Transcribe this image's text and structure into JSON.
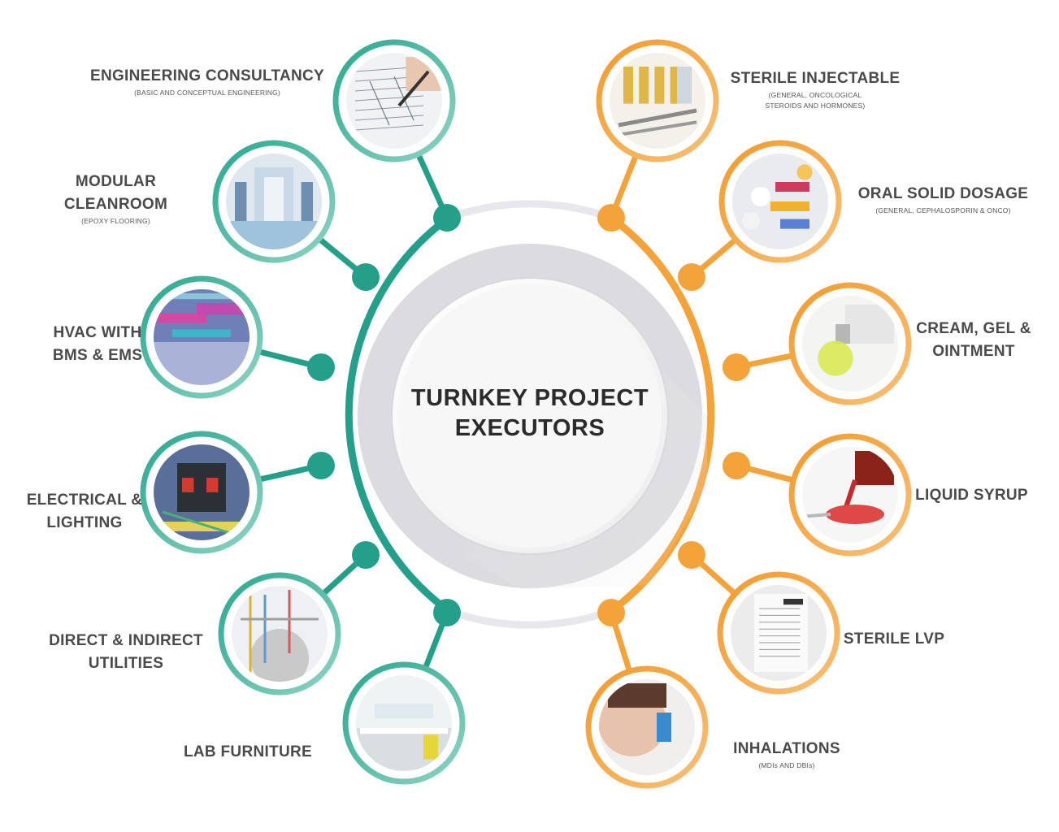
{
  "center": {
    "title": "TURNKEY PROJECT\nEXECUTORS"
  },
  "colors": {
    "teal": "#24a08a",
    "orange": "#f4a23a",
    "hub_ring": "#e6e6ea",
    "text": "#4a4a4a"
  },
  "left_services": [
    {
      "title": "ENGINEERING CONSULTANCY",
      "subtitle": "(BASIC AND CONCEPTUAL ENGINEERING)",
      "icon": "engineering-drawing-photo"
    },
    {
      "title": "MODULAR\nCLEANROOM",
      "subtitle": "(EPOXY FLOORING)",
      "icon": "cleanroom-corridor-photo"
    },
    {
      "title": "HVAC WITH\nBMS & EMS",
      "subtitle": "",
      "icon": "hvac-ducting-photo"
    },
    {
      "title": "ELECTRICAL &\nLIGHTING",
      "subtitle": "",
      "icon": "electrical-panel-photo"
    },
    {
      "title": "DIRECT & INDIRECT\nUTILITIES",
      "subtitle": "",
      "icon": "utilities-piping-photo"
    },
    {
      "title": "LAB FURNITURE",
      "subtitle": "",
      "icon": "lab-furniture-photo"
    }
  ],
  "right_products": [
    {
      "title": "STERILE INJECTABLE",
      "subtitle": "(GENERAL, ONCOLOGICAL\nSTEROIDS AND HORMONES)",
      "icon": "vials-syringes-photo"
    },
    {
      "title": "ORAL SOLID DOSAGE",
      "subtitle": "(GENERAL, CEPHALOSPORIN & ONCO)",
      "icon": "pills-capsules-photo"
    },
    {
      "title": "CREAM, GEL &\nOINTMENT",
      "subtitle": "",
      "icon": "ointment-tube-photo"
    },
    {
      "title": "LIQUID SYRUP",
      "subtitle": "",
      "icon": "syrup-spoon-photo"
    },
    {
      "title": "STERILE LVP",
      "subtitle": "",
      "icon": "iv-bag-photo"
    },
    {
      "title": "INHALATIONS",
      "subtitle": "(MDIs AND DBIs)",
      "icon": "inhaler-photo"
    }
  ]
}
